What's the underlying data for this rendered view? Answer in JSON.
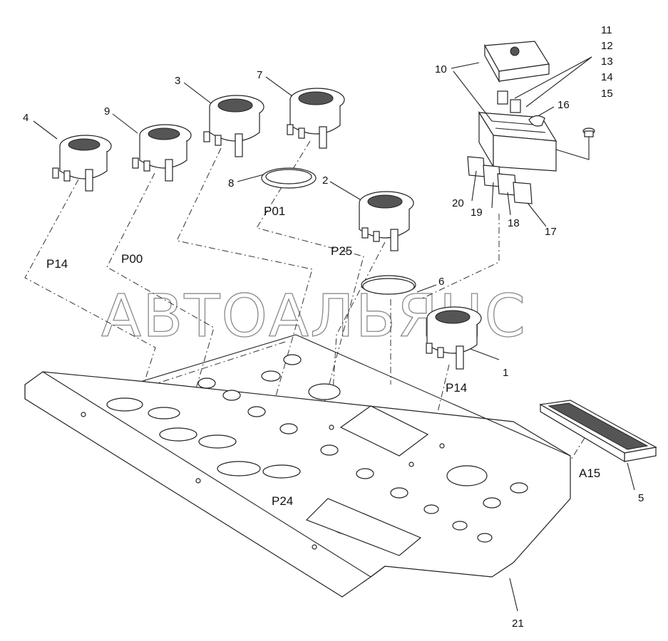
{
  "watermark": "АВТОАЛЬЯНС",
  "part_numbers": {
    "p1": "1",
    "p2": "2",
    "p3": "3",
    "p4": "4",
    "p5": "5",
    "p6": "6",
    "p7": "7",
    "p8": "8",
    "p9": "9",
    "p10": "10",
    "p11": "11",
    "p12": "12",
    "p13": "13",
    "p14": "14",
    "p15": "15",
    "p16": "16",
    "p17": "17",
    "p18": "18",
    "p19": "19",
    "p20": "20",
    "p21": "21"
  },
  "designators": {
    "p14_left": "P14",
    "p00": "P00",
    "p01": "P01",
    "p25": "P25",
    "p14_right": "P14",
    "p24": "P24",
    "a15": "A15"
  }
}
